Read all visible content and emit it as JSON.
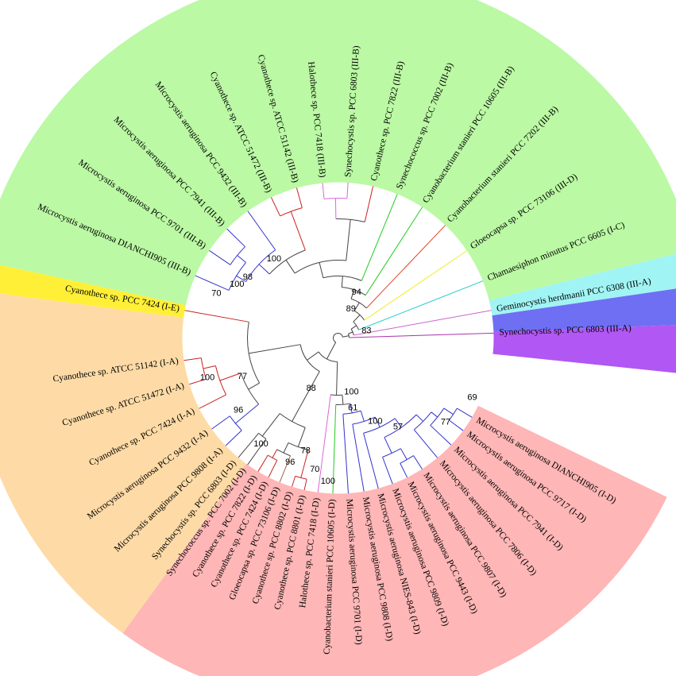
{
  "tree": {
    "clades": [
      {
        "id": "I-D",
        "color": "#ffb6b6",
        "start": 25.8,
        "end": 126.1
      },
      {
        "id": "I-A",
        "color": "#fedba6",
        "start": 126.1,
        "end": 187.5
      },
      {
        "id": "I-E",
        "color": "#fff037",
        "start": 187.5,
        "end": 192.2
      },
      {
        "id": "III-B",
        "color": "#bbf9a4",
        "start": 192.2,
        "end": 346.0
      },
      {
        "id": "I-C",
        "color": "#a1f4f4",
        "start": 346.0,
        "end": 351.7
      },
      {
        "id": "III-A-1",
        "color": "#6f6ff4",
        "start": 351.7,
        "end": 357.8
      },
      {
        "id": "III-A-2",
        "color": "#b157f3",
        "start": 357.8,
        "end": 365.9
      }
    ],
    "leaves": [
      {
        "label": "Microcystis aeruginosa DIANCHI905 (I-D)",
        "angle": 30.6,
        "color": "#3333cc"
      },
      {
        "label": "Microcystis aeruginosa PCC 9717 (I-D)",
        "angle": 36.5,
        "color": "#3333cc"
      },
      {
        "label": "Microcystis aeruginosa PCC 7941 (I-D)",
        "angle": 43.4,
        "color": "#3333cc"
      },
      {
        "label": "Microcystis aeruginosa PCC 7806 (I-D)",
        "angle": 50.3,
        "color": "#3333cc"
      },
      {
        "label": "Microcystis aeruginosa PCC 9807 (I-D)",
        "angle": 57.3,
        "color": "#3333cc"
      },
      {
        "label": "Microcystis aeruginosa PCC 9443 (I-D)",
        "angle": 63.6,
        "color": "#3333cc"
      },
      {
        "label": "Microcystis aeruginosa PCC 9809 (I-D)",
        "angle": 69.5,
        "color": "#3333cc"
      },
      {
        "label": "Microcystis aeruginosa NIES-843 (I-D)",
        "angle": 75.0,
        "color": "#3333cc"
      },
      {
        "label": "Microcystis aeruginosa PCC 9808 (I-D)",
        "angle": 80.4,
        "color": "#3333cc"
      },
      {
        "label": "Microcystis aeruginosa PCC 9701 (I-D)",
        "angle": 86.2,
        "color": "#3333cc"
      },
      {
        "label": "Cyanobacterium stanieri  PCC 10605 (I-D)",
        "angle": 91.9,
        "color": "#22cc22"
      },
      {
        "label": "Halothece sp. PCC 7418 (I-D)",
        "angle": 97.4,
        "color": "#dd66dd"
      },
      {
        "label": "Cyanothece sp. PCC 8801 (I-D)",
        "angle": 102.5,
        "color": "#cc2222"
      },
      {
        "label": "Cyanothece sp. PCC 8802 (I-D)",
        "angle": 107.2,
        "color": "#cc2222"
      },
      {
        "label": "Gloeocapsa sp. PCC 73106 (I-D)",
        "angle": 112.0,
        "color": "#996644"
      },
      {
        "label": "Cyanothece sp. PCC 7424 (I-D)",
        "angle": 116.5,
        "color": "#cc2222"
      },
      {
        "label": "Cyanothece sp. PCC 7822 (I-D)",
        "angle": 120.9,
        "color": "#cc2222"
      },
      {
        "label": "Synechococcus sp. PCC 7002 (I-D)",
        "angle": 125.5,
        "color": "#444444"
      },
      {
        "label": "Synechocystis sp. PCC 6803 (I-D)",
        "angle": 129.8,
        "color": "#444444"
      },
      {
        "label": "Microcystis aeruginosa PCC 9808 (I-A)",
        "angle": 136.2,
        "color": "#3333cc"
      },
      {
        "label": "Microcystis aeruginosa PCC 9432 (I-A)",
        "angle": 144.2,
        "color": "#3333cc"
      },
      {
        "label": "Cyanothece sp. PCC 7424 (I-A)",
        "angle": 153.1,
        "color": "#cc2222"
      },
      {
        "label": "Cyanothece sp. ATCC 51472 (I-A)",
        "angle": 162.7,
        "color": "#cc2222"
      },
      {
        "label": "Cyanothece sp. ATCC 51142 (I-A)",
        "angle": 171.7,
        "color": "#cc2222"
      },
      {
        "label": "Cyanothece sp. PCC 7424 (I-E)",
        "angle": 190.2,
        "color": "#cc2222"
      },
      {
        "label": "Microcystis aeruginosa DIANCHI905 (III-B)",
        "angle": 203.6,
        "color": "#3333cc"
      },
      {
        "label": "Microcystis aeruginosa PCC 9701 (III-B)",
        "angle": 214.2,
        "color": "#3333cc"
      },
      {
        "label": "Microcystis aeruginosa PCC 7941 (III-B)",
        "angle": 224.5,
        "color": "#3333cc"
      },
      {
        "label": "Microcystis aeruginosa PCC 9432 (III-B)",
        "angle": 234.6,
        "color": "#3333cc"
      },
      {
        "label": "Cyanothece sp. ATCC 51472 (III-B)",
        "angle": 244.6,
        "color": "#cc2222"
      },
      {
        "label": "Cyanothece sp. ATCC 51142 (III-B)",
        "angle": 254.6,
        "color": "#cc2222"
      },
      {
        "label": "Halothece sp. PCC 7418 (III-B)",
        "angle": 264.3,
        "color": "#dd66dd"
      },
      {
        "label": "Synechocystis sp. PCC 6803 (III-B)",
        "angle": 273.7,
        "color": "#dd66dd"
      },
      {
        "label": "Cyanothece sp. PCC 7822 (III-B)",
        "angle": 283.0,
        "color": "#cc2222"
      },
      {
        "label": "Synechococcus sp. PCC 7002 (III-B)",
        "angle": 292.4,
        "color": "#22cc22"
      },
      {
        "label": "Cyanobacterium stanieri  PCC 10605 (III-B)",
        "angle": 302.8,
        "color": "#22cc22"
      },
      {
        "label": "Cyanobacterium stanieri  PCC 7202 (III-B)",
        "angle": 313.6,
        "color": "#dd4422"
      },
      {
        "label": "Gloeocapsa sp. PCC 73106 (III-D)",
        "angle": 325.9,
        "color": "#eeee22"
      },
      {
        "label": "Chamaesiphon minutus PCC 6605 (I-C)",
        "angle": 338.5,
        "color": "#22cccc"
      },
      {
        "label": "Geminocystis herdmanii PCC 6308 (III-A)",
        "angle": 349.8,
        "color": "#cc66cc"
      },
      {
        "label": "Synechocystis sp. PCC 6803 (III-A)",
        "angle": 358.2,
        "color": "#aa33aa"
      }
    ],
    "bootstrap": [
      {
        "value": "83",
        "angle": 346.0,
        "r": 37
      },
      {
        "value": "89",
        "angle": 294.0,
        "r": 40
      },
      {
        "value": "94",
        "angle": 292.0,
        "r": 62
      },
      {
        "value": "100",
        "angle": 231.0,
        "r": 128
      },
      {
        "value": "98",
        "angle": 214.0,
        "r": 137
      },
      {
        "value": "100",
        "angle": 208.0,
        "r": 144
      },
      {
        "value": "70",
        "angle": 200.0,
        "r": 163
      },
      {
        "value": "100",
        "angle": 163.0,
        "r": 172
      },
      {
        "value": "77",
        "angle": 158.0,
        "r": 130
      },
      {
        "value": "96",
        "angle": 144.0,
        "r": 155
      },
      {
        "value": "88",
        "angle": 118.0,
        "r": 72
      },
      {
        "value": "100",
        "angle": 126.0,
        "r": 165
      },
      {
        "value": "96",
        "angle": 111.0,
        "r": 168
      },
      {
        "value": "78",
        "angle": 106.0,
        "r": 148
      },
      {
        "value": "70",
        "angle": 100.0,
        "r": 168
      },
      {
        "value": "100",
        "angle": 94.0,
        "r": 181
      },
      {
        "value": "100",
        "angle": 76.0,
        "r": 70
      },
      {
        "value": "61",
        "angle": 78.0,
        "r": 90
      },
      {
        "value": "100",
        "angle": 66.0,
        "r": 115
      },
      {
        "value": "57",
        "angle": 56.0,
        "r": 135
      },
      {
        "value": "77",
        "angle": 38.0,
        "r": 172
      },
      {
        "value": "69",
        "angle": 24.0,
        "r": 185
      }
    ]
  }
}
